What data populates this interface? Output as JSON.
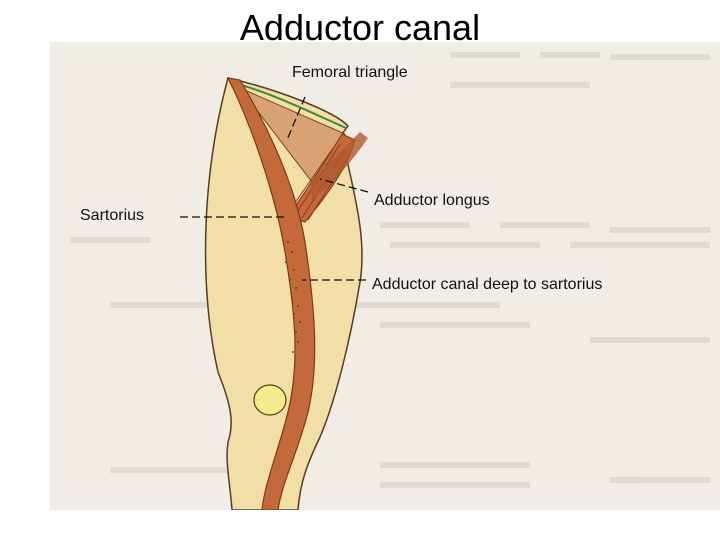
{
  "slide": {
    "title": "Adductor canal"
  },
  "figure": {
    "labels": {
      "femoral_triangle": "Femoral triangle",
      "adductor_longus": "Adductor longus",
      "sartorius": "Sartorius",
      "adductor_canal": "Adductor canal deep to sartorius"
    },
    "colors": {
      "paper": "#f0ede6",
      "limb_skin": "#f2dfa8",
      "muscle": "#c46a3a",
      "muscle_dark": "#8a3d1c",
      "triangle_fill": "#d9a273",
      "patella": "#f4ec8a",
      "femoral_triangle_edge": "#3f8a3a"
    }
  }
}
